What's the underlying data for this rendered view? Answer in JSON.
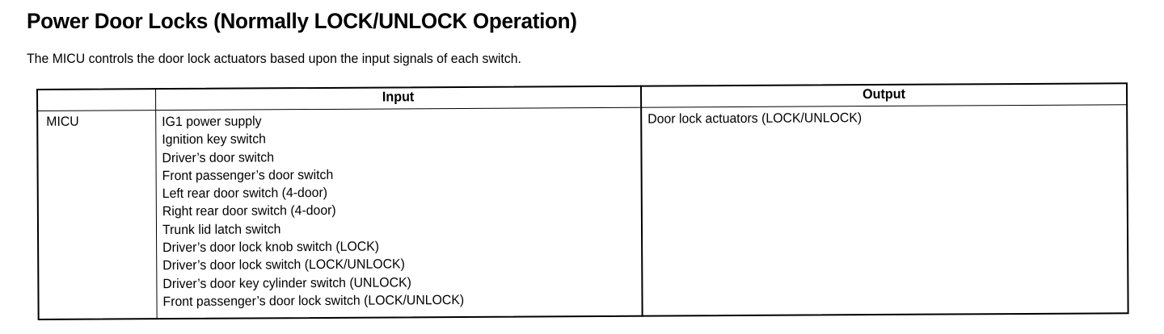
{
  "document": {
    "title": "Power Door Locks (Normally LOCK/UNLOCK Operation)",
    "intro": "The MICU controls the door lock actuators based upon the input signals of each switch."
  },
  "table": {
    "headers": {
      "unit": "",
      "input": "Input",
      "output": "Output"
    },
    "row": {
      "unit": "MICU",
      "inputs": [
        "IG1 power supply",
        "Ignition key switch",
        "Driver’s door switch",
        "Front passenger’s door switch",
        "Left rear door switch (4-door)",
        "Right rear door switch (4-door)",
        "Trunk lid latch switch",
        "Driver’s door lock knob switch (LOCK)",
        "Driver’s door lock switch (LOCK/UNLOCK)",
        "Driver’s door key cylinder switch (UNLOCK)",
        "Front passenger’s door lock switch (LOCK/UNLOCK)"
      ],
      "outputs": [
        "Door lock actuators (LOCK/UNLOCK)"
      ]
    }
  },
  "colors": {
    "ink": "#000000",
    "paper": "#ffffff"
  }
}
